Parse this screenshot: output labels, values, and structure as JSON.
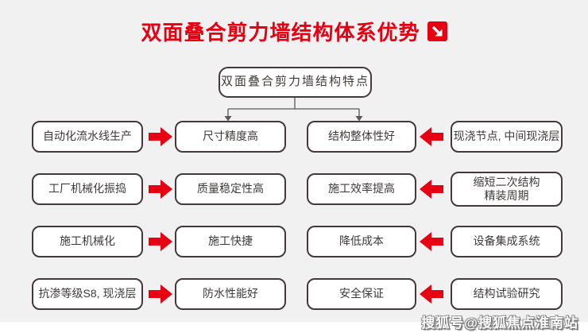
{
  "title": {
    "text": "双面叠合剪力墙结构体系优势",
    "icon": "arrow-down-right-icon"
  },
  "root_box": "双面叠合剪力墙结构特点",
  "rows": [
    {
      "left": "自动化流水线生产",
      "mid_left": "尺寸精度高",
      "mid_right": "结构整体性好",
      "right": "现浇节点, 中间现浇层"
    },
    {
      "left": "工厂机械化振捣",
      "mid_left": "质量稳定性高",
      "mid_right": "施工效率提高",
      "right": "缩短二次结构\n精装周期"
    },
    {
      "left": "施工机械化",
      "mid_left": "施工快捷",
      "mid_right": "降低成本",
      "right": "设备集成系统"
    },
    {
      "left": "抗渗等级S8, 现浇层",
      "mid_left": "防水性能好",
      "mid_right": "安全保证",
      "right": "结构试验研究"
    }
  ],
  "watermark": "搜狐号@搜狐焦点淮南站",
  "colors": {
    "accent_red": "#e60012",
    "box_border": "#45383a",
    "box_text": "#3f3a39",
    "background": "#f1f1f1",
    "connector": "#595757"
  }
}
